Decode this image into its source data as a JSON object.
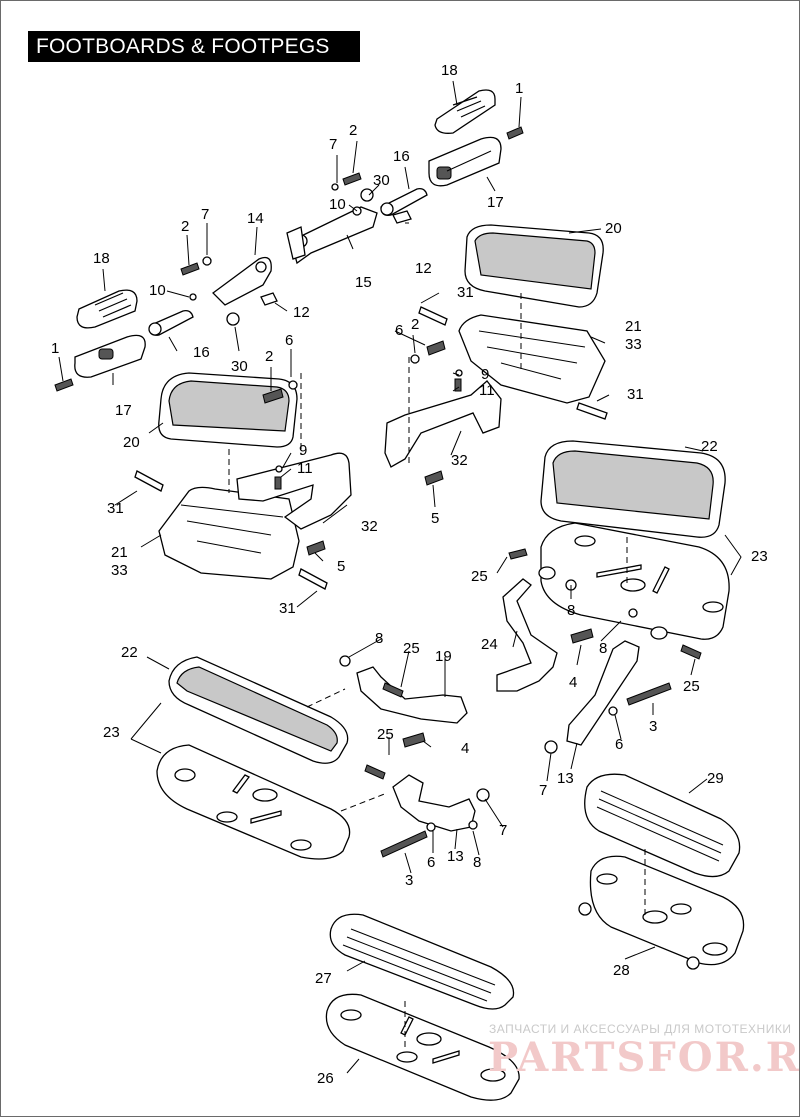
{
  "title": "FOOTBOARDS & FOOTPEGS",
  "watermark": {
    "line1": "ЗАПЧАСТИ И АКСЕССУАРЫ ДЛЯ МОТОТЕХНИКИ",
    "line2": "PARTSFOR.RU"
  },
  "callouts": [
    {
      "id": "c-18a",
      "text": "18"
    },
    {
      "id": "c-1a",
      "text": "1"
    },
    {
      "id": "c-2a",
      "text": "2"
    },
    {
      "id": "c-7a",
      "text": "7"
    },
    {
      "id": "c-16a",
      "text": "16"
    },
    {
      "id": "c-30a",
      "text": "30"
    },
    {
      "id": "c-10a",
      "text": "10"
    },
    {
      "id": "c-17a",
      "text": "17"
    },
    {
      "id": "c-15",
      "text": "15"
    },
    {
      "id": "c-12a",
      "text": "12"
    },
    {
      "id": "c-20a",
      "text": "20"
    },
    {
      "id": "c-2b",
      "text": "2"
    },
    {
      "id": "c-7b",
      "text": "7"
    },
    {
      "id": "c-14",
      "text": "14"
    },
    {
      "id": "c-18b",
      "text": "18"
    },
    {
      "id": "c-10b",
      "text": "10"
    },
    {
      "id": "c-12b",
      "text": "12"
    },
    {
      "id": "c-1b",
      "text": "1"
    },
    {
      "id": "c-16b",
      "text": "16"
    },
    {
      "id": "c-30b",
      "text": "30"
    },
    {
      "id": "c-17b",
      "text": "17"
    },
    {
      "id": "c-2c",
      "text": "2"
    },
    {
      "id": "c-6a",
      "text": "6"
    },
    {
      "id": "c-20b",
      "text": "20"
    },
    {
      "id": "c-9a",
      "text": "9"
    },
    {
      "id": "c-11a",
      "text": "11"
    },
    {
      "id": "c-31a",
      "text": "31"
    },
    {
      "id": "c-32a",
      "text": "32"
    },
    {
      "id": "c-21a",
      "text": "21"
    },
    {
      "id": "c-33a",
      "text": "33"
    },
    {
      "id": "c-5a",
      "text": "5"
    },
    {
      "id": "c-31b",
      "text": "31"
    },
    {
      "id": "c-31c",
      "text": "31"
    },
    {
      "id": "c-6b",
      "text": "6"
    },
    {
      "id": "c-2d",
      "text": "2"
    },
    {
      "id": "c-21b",
      "text": "21"
    },
    {
      "id": "c-33b",
      "text": "33"
    },
    {
      "id": "c-9b",
      "text": "9"
    },
    {
      "id": "c-11b",
      "text": "11"
    },
    {
      "id": "c-31d",
      "text": "31"
    },
    {
      "id": "c-32b",
      "text": "32"
    },
    {
      "id": "c-5b",
      "text": "5"
    },
    {
      "id": "c-22a",
      "text": "22"
    },
    {
      "id": "c-23a",
      "text": "23"
    },
    {
      "id": "c-25a",
      "text": "25"
    },
    {
      "id": "c-8a",
      "text": "8"
    },
    {
      "id": "c-24",
      "text": "24"
    },
    {
      "id": "c-8b",
      "text": "8"
    },
    {
      "id": "c-4a",
      "text": "4"
    },
    {
      "id": "c-25b",
      "text": "25"
    },
    {
      "id": "c-3a",
      "text": "3"
    },
    {
      "id": "c-6c",
      "text": "6"
    },
    {
      "id": "c-13a",
      "text": "13"
    },
    {
      "id": "c-7c",
      "text": "7"
    },
    {
      "id": "c-8c",
      "text": "8"
    },
    {
      "id": "c-25c",
      "text": "25"
    },
    {
      "id": "c-19",
      "text": "19"
    },
    {
      "id": "c-22b",
      "text": "22"
    },
    {
      "id": "c-23b",
      "text": "23"
    },
    {
      "id": "c-4b",
      "text": "4"
    },
    {
      "id": "c-25d",
      "text": "25"
    },
    {
      "id": "c-7d",
      "text": "7"
    },
    {
      "id": "c-6d",
      "text": "6"
    },
    {
      "id": "c-13b",
      "text": "13"
    },
    {
      "id": "c-8d",
      "text": "8"
    },
    {
      "id": "c-3b",
      "text": "3"
    },
    {
      "id": "c-29",
      "text": "29"
    },
    {
      "id": "c-28",
      "text": "28"
    },
    {
      "id": "c-27",
      "text": "27"
    },
    {
      "id": "c-26",
      "text": "26"
    }
  ]
}
